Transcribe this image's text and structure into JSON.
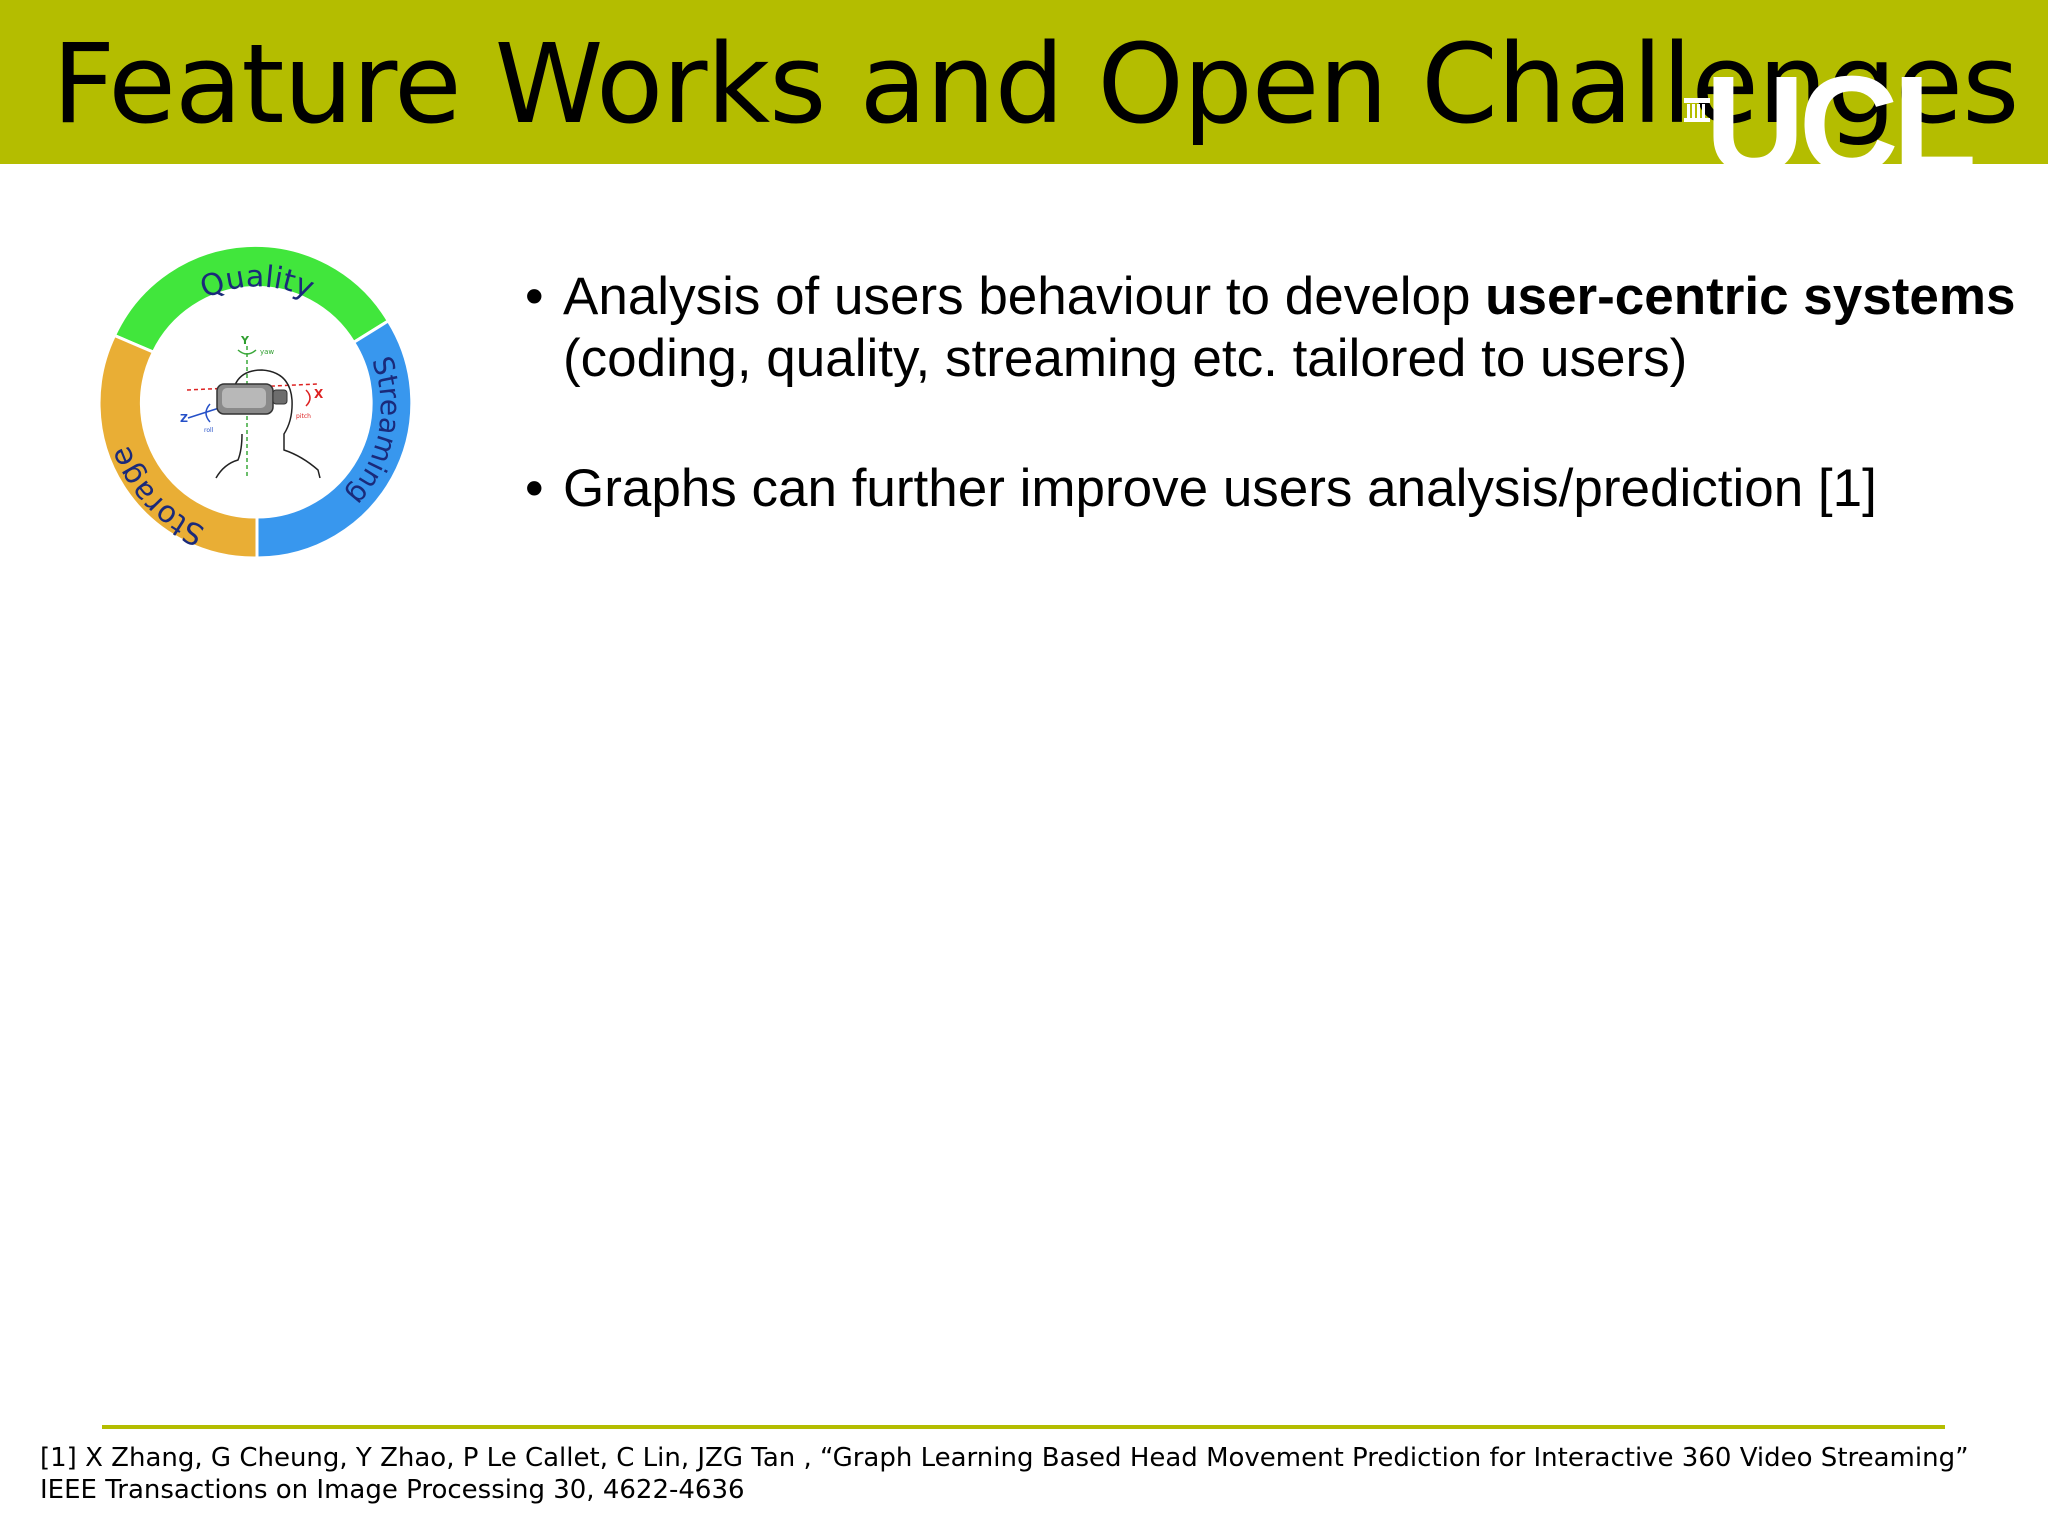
{
  "slide": {
    "title": "Feature Works and Open Challenges",
    "logo_text": "UCL"
  },
  "diagram": {
    "segments": [
      {
        "label": "Quality",
        "color": "#41e63c"
      },
      {
        "label": "Streaming",
        "color": "#3897ee"
      },
      {
        "label": "Storage",
        "color": "#e9ae35"
      }
    ],
    "center_labels": {
      "y": "Y",
      "yaw": "yaw",
      "x": "X",
      "pitch": "pitch",
      "z": "Z",
      "roll": "roll"
    }
  },
  "bullets": [
    {
      "pre": "Analysis of users behaviour to develop ",
      "bold": "user-centric systems",
      "post": " (coding, quality, streaming etc. tailored to users)"
    },
    {
      "pre": "Graphs can further improve users analysis/prediction [1]",
      "bold": "",
      "post": ""
    }
  ],
  "bullet_symbol": "•",
  "footer": {
    "reference": "[1] X Zhang, G Cheung, Y Zhao, P Le Callet, C Lin, JZG Tan , “Graph Learning Based Head Movement Prediction for Interactive 360 Video Streaming” IEEE Transactions on Image Processing 30, 4622-4636"
  },
  "colors": {
    "accent": "#b4bd00",
    "text": "#000000",
    "background": "#ffffff"
  }
}
